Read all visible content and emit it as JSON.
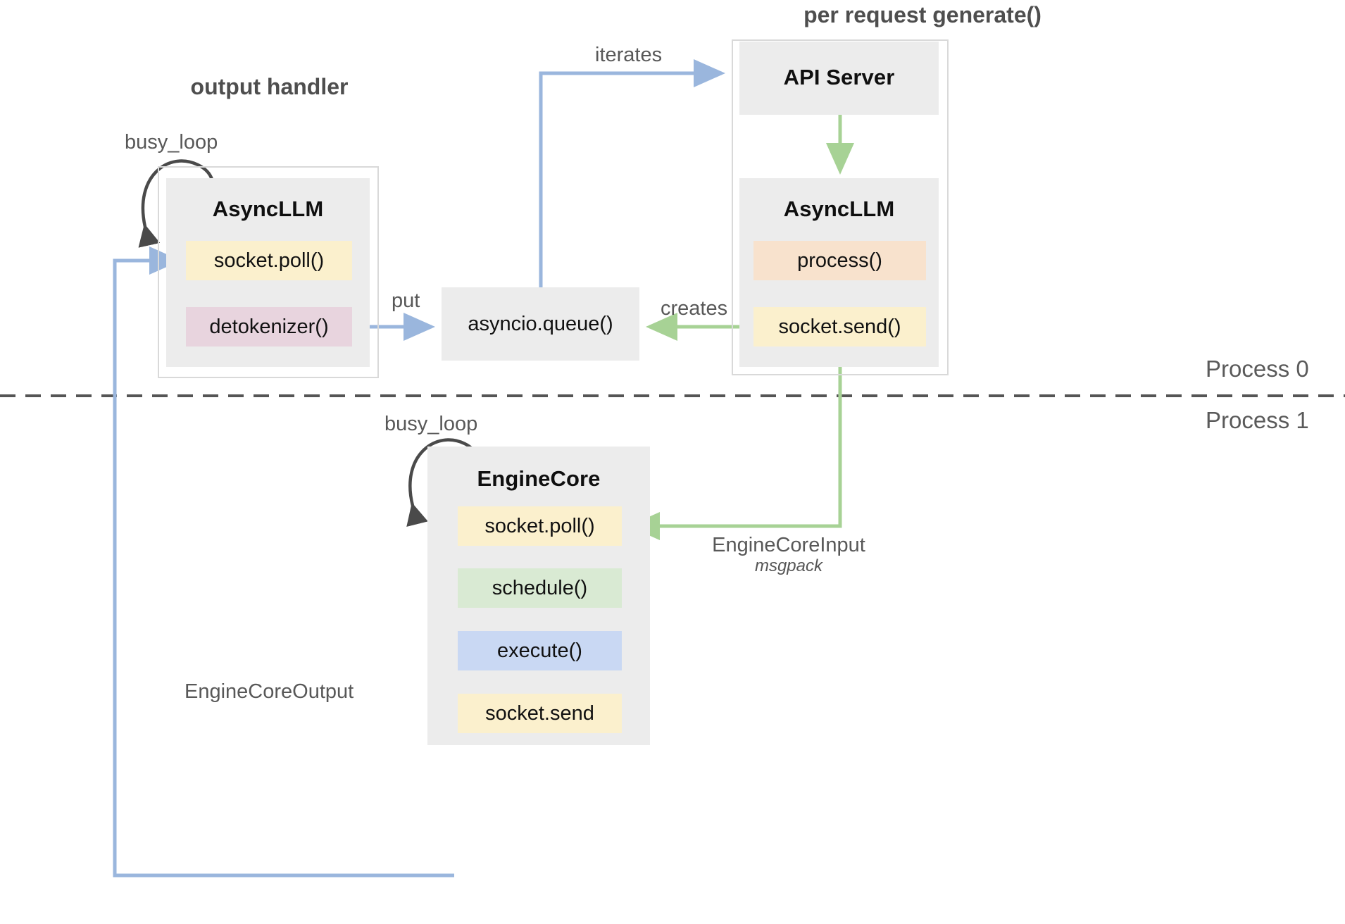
{
  "diagram": {
    "title_labels": {
      "output_handler": "output handler",
      "per_request": "per request generate()"
    },
    "process_labels": {
      "process0": "Process 0",
      "process1": "Process 1"
    },
    "edge_labels": {
      "busy_loop_left": "busy_loop",
      "busy_loop_core": "busy_loop",
      "iterates": "iterates",
      "put": "put",
      "creates": "creates",
      "engine_core_input": "EngineCoreInput",
      "engine_core_input_sub": "msgpack",
      "engine_core_output": "EngineCoreOutput"
    },
    "modules": {
      "async_llm_left": {
        "title": "AsyncLLM",
        "slots": [
          {
            "label": "socket.poll()",
            "color": "#fbf0cd"
          },
          {
            "label": "detokenizer()",
            "color": "#e8d4de"
          }
        ]
      },
      "api_server": {
        "title": "API Server"
      },
      "async_llm_right": {
        "title": "AsyncLLM",
        "slots": [
          {
            "label": "process()",
            "color": "#f8e2cd"
          },
          {
            "label": "socket.send()",
            "color": "#fbf0cd"
          }
        ]
      },
      "queue": {
        "label": "asyncio.queue()"
      },
      "engine_core": {
        "title": "EngineCore",
        "slots": [
          {
            "label": "socket.poll()",
            "color": "#fbf0cd"
          },
          {
            "label": "schedule()",
            "color": "#d9ead3"
          },
          {
            "label": "execute()",
            "color": "#c9d8f3"
          },
          {
            "label": "socket.send",
            "color": "#fbf0cd"
          }
        ]
      }
    },
    "colors": {
      "blue_arrow": "#9ab6dd",
      "green_arrow": "#a7d295",
      "dark_arrow": "#4a4a4a",
      "module_bg": "#ececec",
      "group_border": "#d9d9d9",
      "divider": "#555555"
    }
  }
}
